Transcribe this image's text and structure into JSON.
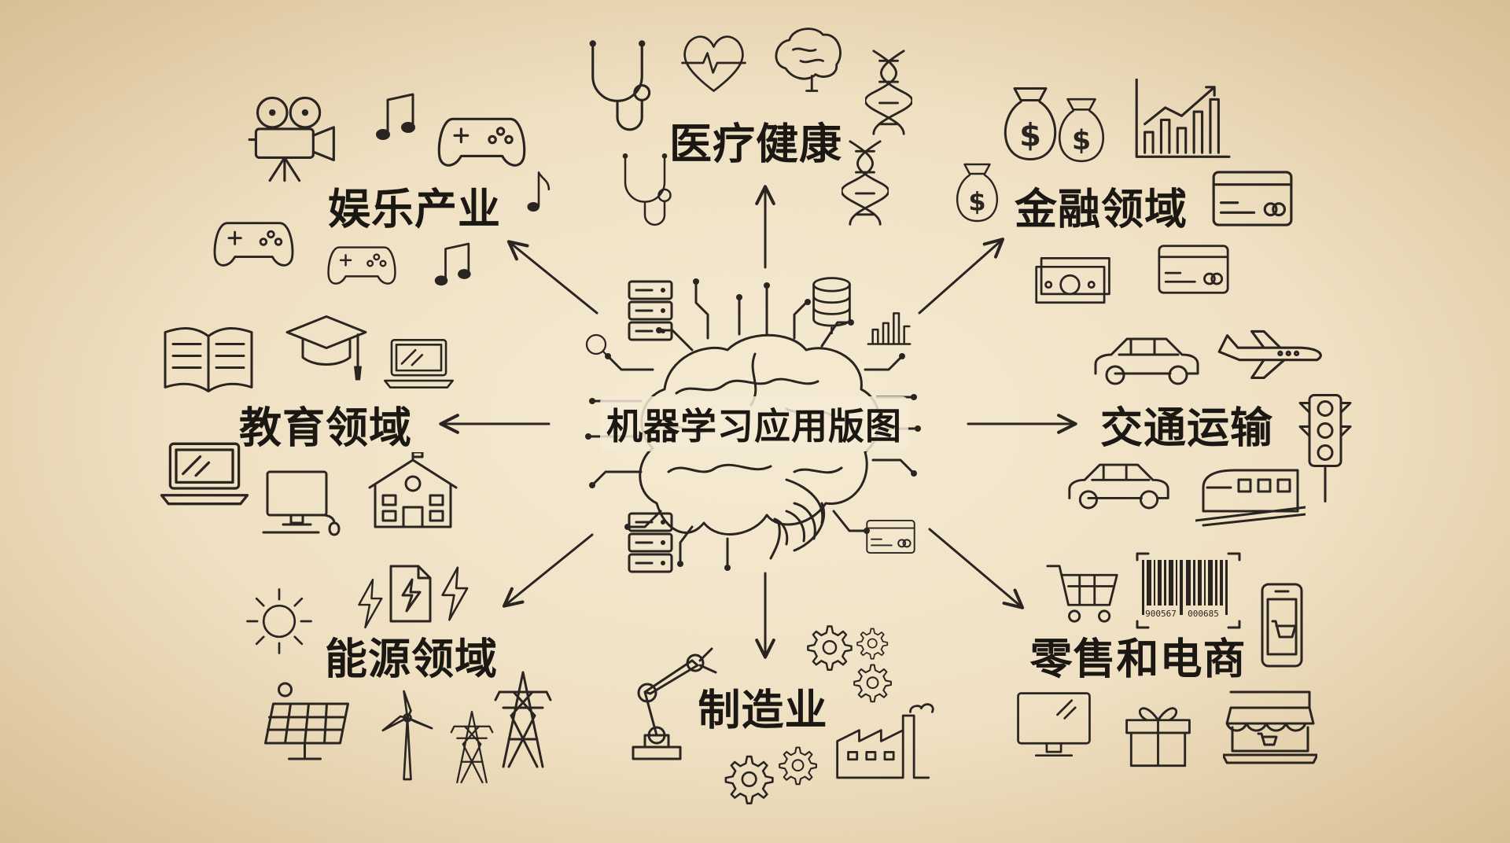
{
  "title": "机器学习应用版图",
  "domains": {
    "healthcare": "医疗健康",
    "entertainment": "娱乐产业",
    "finance": "金融领域",
    "education": "教育领域",
    "transportation": "交通运输",
    "energy": "能源领域",
    "manufacturing": "制造业",
    "retail": "零售和电商"
  },
  "barcode": {
    "left": "900567",
    "right": "000685"
  },
  "colors": {
    "ink": "#2a2520",
    "paper": "#efe0c2"
  }
}
